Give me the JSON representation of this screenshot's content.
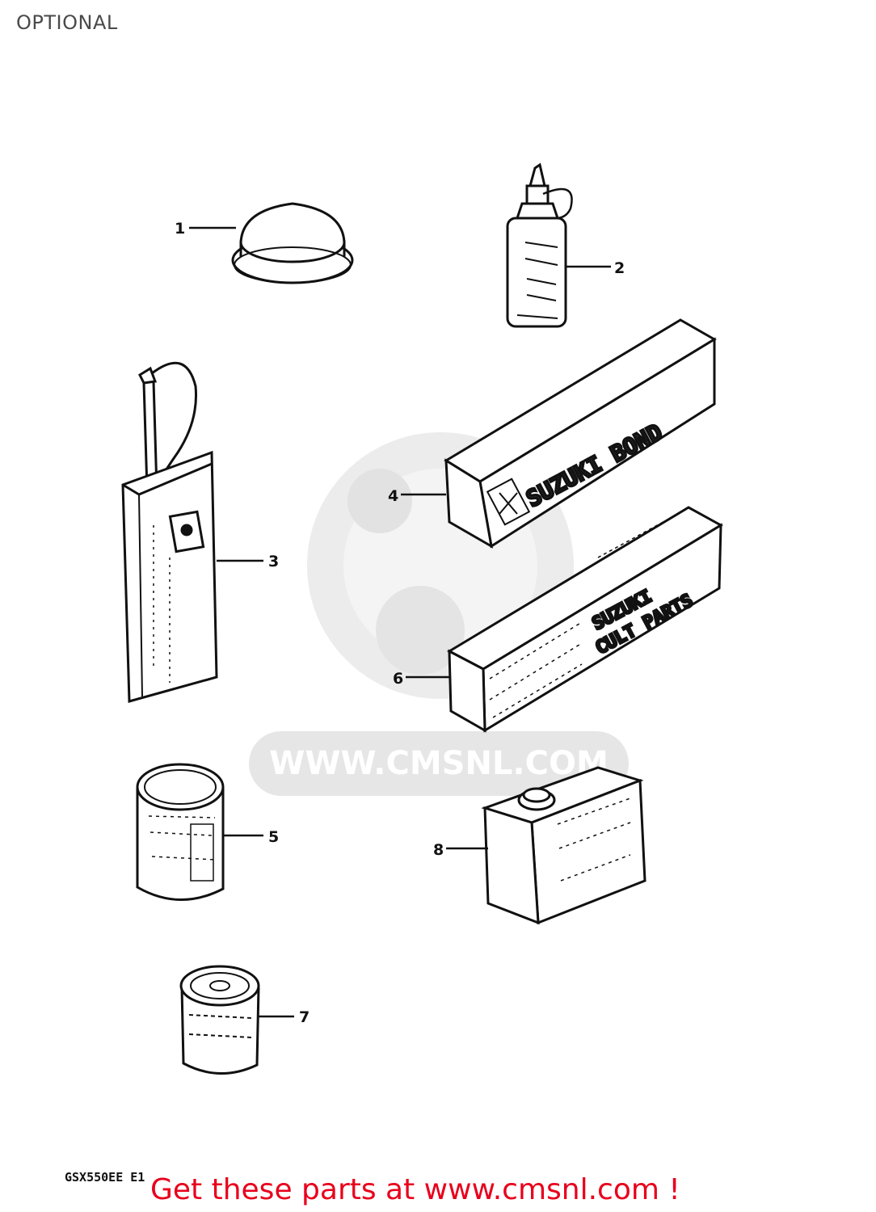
{
  "title": "OPTIONAL",
  "model_code": "GSX550EE E1",
  "footer_link": "Get these parts at www.cmsnl.com !",
  "watermark": {
    "text": "WWW.CMSNL.COM",
    "color": "#e6e6e6"
  },
  "callouts": [
    {
      "number": "1",
      "part": "round-tin-lid"
    },
    {
      "number": "2",
      "part": "squeeze-bottle"
    },
    {
      "number": "3",
      "part": "tall-oil-can"
    },
    {
      "number": "4",
      "part": "bond-box"
    },
    {
      "number": "5",
      "part": "paint-can"
    },
    {
      "number": "6",
      "part": "parts-box"
    },
    {
      "number": "7",
      "part": "small-tin-can"
    },
    {
      "number": "8",
      "part": "rectangular-oil-can"
    }
  ],
  "package_text": {
    "bond_box_line1": "SUZUKI BOND",
    "parts_box_line1": "SUZUKI",
    "parts_box_line2": "CULT PARTS"
  }
}
